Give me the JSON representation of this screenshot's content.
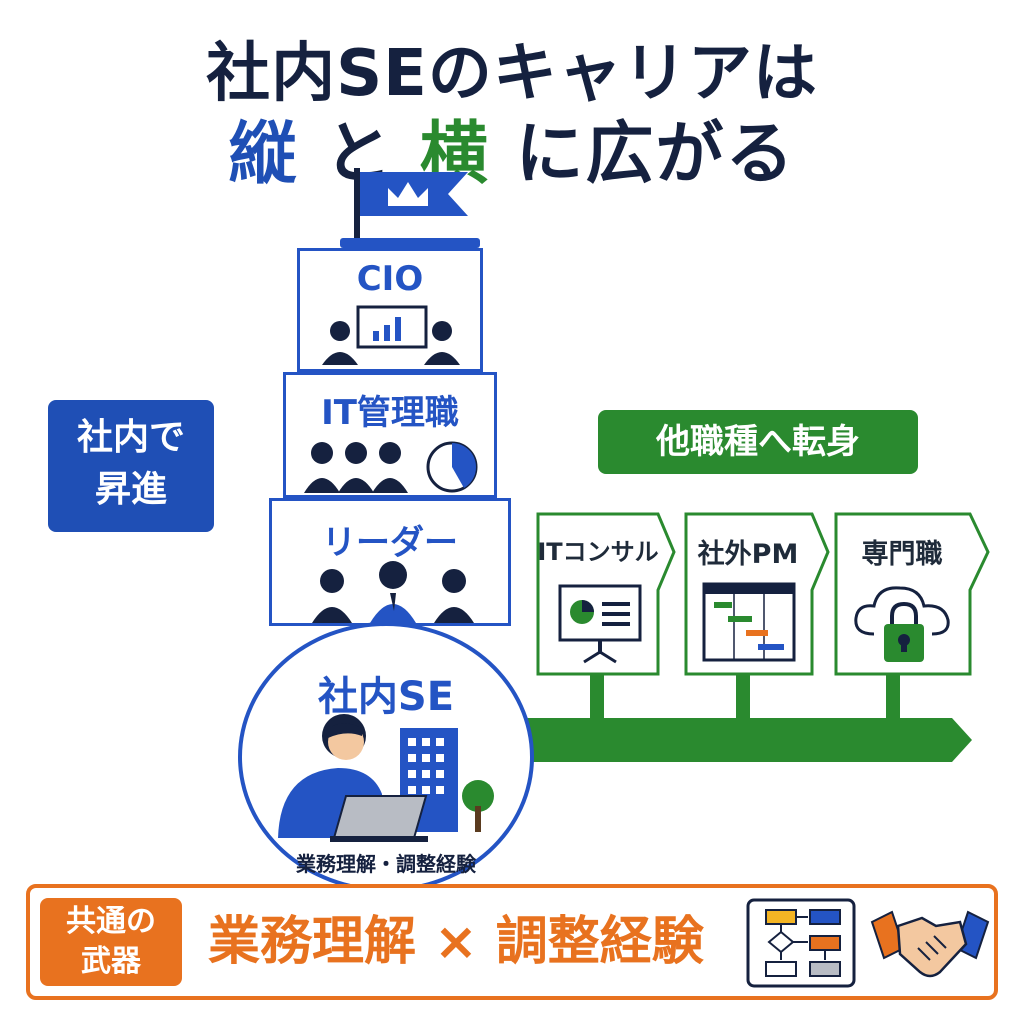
{
  "title": {
    "line1": "社内SEのキャリアは",
    "line2_part1": "縦",
    "line2_part2": "と",
    "line2_part3": "横",
    "line2_part4": "に広がる"
  },
  "vertical_label": "社内で昇進",
  "tiers": [
    {
      "label": "CIO"
    },
    {
      "label": "IT管理職"
    },
    {
      "label": "リーダー"
    }
  ],
  "base": {
    "label": "社内SE",
    "caption": "業務理解・調整経験"
  },
  "horizontal_label": "他職種へ転身",
  "signs": [
    {
      "label": "ITコンサル"
    },
    {
      "label": "社外PM"
    },
    {
      "label": "専門職"
    }
  ],
  "bottom_banner": {
    "tag": "共通の武器",
    "text": "業務理解 × 調整経験"
  },
  "colors": {
    "blue": "#2454c4",
    "green": "#2a8a2f",
    "orange": "#e8721f",
    "navy": "#15213f"
  }
}
